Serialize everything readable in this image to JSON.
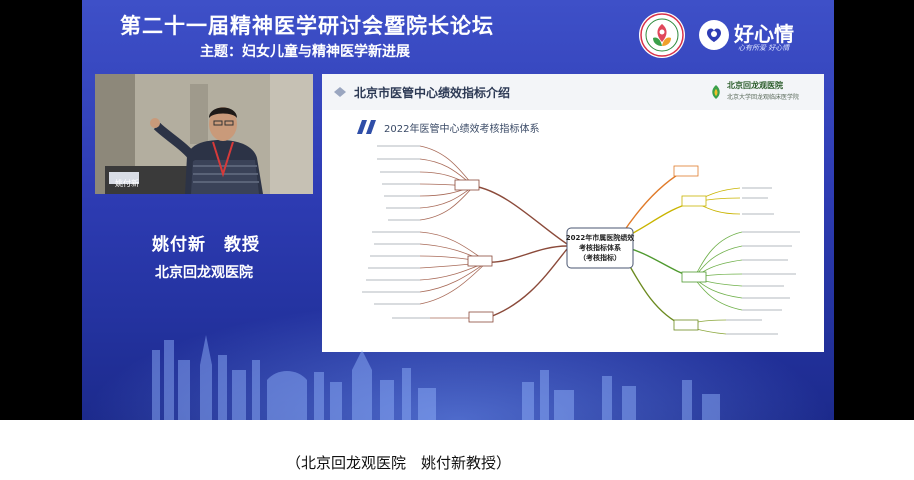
{
  "banner": {
    "title": "第二十一届精神医学研讨会暨院长论坛",
    "subtitle": "主题：妇女儿童与精神医学新进展",
    "brand_text": "好心情",
    "brand_slogan": "心有所爱 好心情"
  },
  "speaker": {
    "name": "姚付新　教授",
    "organization": "北京回龙观医院",
    "nameplate": "姚付新"
  },
  "slide": {
    "header": "北京市医管中心绩效指标介绍",
    "hospital": "北京回龙观医院",
    "hospital_sub": "北京大学回龙观临床医学院",
    "chart_title": "2022年医管中心绩效考核指标体系",
    "center_node": [
      "2022年市属医院绩效",
      "考核指标体系",
      "（考核指标）"
    ]
  },
  "caption": "（北京回龙观医院　姚付新教授）",
  "colors": {
    "stage_blue": "#2e3cb4",
    "mindmap_left": "#8b4a3a",
    "mindmap_top": "#e07b2a",
    "mindmap_mid": "#c9b400",
    "mindmap_green": "#4f9a2f",
    "mindmap_bottom": "#6b8a1f"
  }
}
